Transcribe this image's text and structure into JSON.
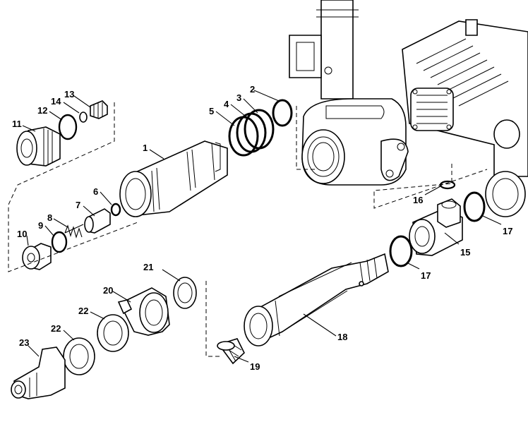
{
  "callouts": [
    {
      "id": "1",
      "label": "1"
    },
    {
      "id": "2",
      "label": "2"
    },
    {
      "id": "3",
      "label": "3"
    },
    {
      "id": "4",
      "label": "4"
    },
    {
      "id": "5",
      "label": "5"
    },
    {
      "id": "6",
      "label": "6"
    },
    {
      "id": "7",
      "label": "7"
    },
    {
      "id": "8",
      "label": "8"
    },
    {
      "id": "9",
      "label": "9"
    },
    {
      "id": "10",
      "label": "10"
    },
    {
      "id": "11",
      "label": "11"
    },
    {
      "id": "12",
      "label": "12"
    },
    {
      "id": "13",
      "label": "13"
    },
    {
      "id": "14",
      "label": "14"
    },
    {
      "id": "15",
      "label": "15"
    },
    {
      "id": "16",
      "label": "16"
    },
    {
      "id": "17a",
      "label": "17"
    },
    {
      "id": "17b",
      "label": "17"
    },
    {
      "id": "18",
      "label": "18"
    },
    {
      "id": "19",
      "label": "19"
    },
    {
      "id": "20",
      "label": "20"
    },
    {
      "id": "21",
      "label": "21"
    },
    {
      "id": "22a",
      "label": "22"
    },
    {
      "id": "22b",
      "label": "22"
    },
    {
      "id": "23",
      "label": "23"
    }
  ],
  "colors": {
    "line": "#000000",
    "background": "#ffffff",
    "shade": "#d9d9d9"
  }
}
